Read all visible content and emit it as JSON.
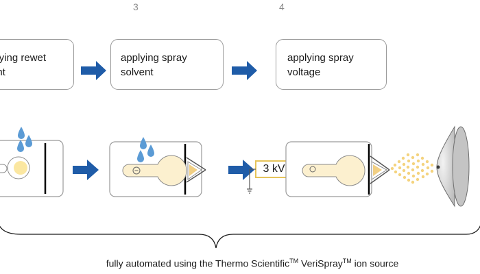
{
  "steps": [
    {
      "number": "",
      "line1": "plying rewet",
      "line2": "ent"
    },
    {
      "number": "3",
      "line1": "applying spray",
      "line2": "solvent"
    },
    {
      "number": "4",
      "line1": "applying spray",
      "line2": "voltage"
    }
  ],
  "voltage": {
    "label": "3 kV",
    "polarity_symbol": "⊖"
  },
  "caption": {
    "part1": "fully automated using the Thermo Scientific",
    "tm1": "TM",
    "part2": " VeriSpray",
    "tm2": "TM",
    "part3": " ion source"
  },
  "colors": {
    "arrow_blue": "#1f5ca8",
    "droplet_blue": "#5b9bd5",
    "spot_yellow": "#fbe7a1",
    "spot_orange": "#e8c27a",
    "voltage_box": "#e6c45a",
    "box_border": "#9a9a9a"
  }
}
